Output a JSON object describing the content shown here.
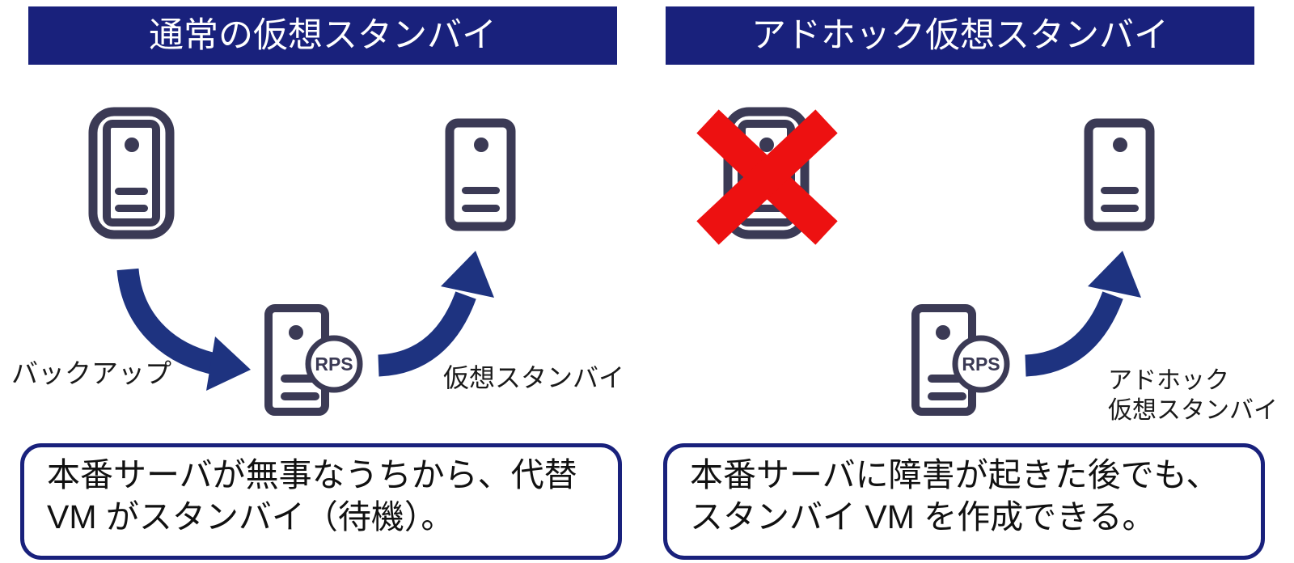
{
  "colors": {
    "header_bg": "#19217C",
    "header_text": "#FFFFFF",
    "arrow_blue": "#1E3380",
    "server_icon_stroke": "#3B3A55",
    "failure_cross_red": "#ED1111",
    "note_box_border": "#19217C",
    "label_text": "#1A1A1A"
  },
  "panels": {
    "normal": {
      "title": "通常の仮想スタンバイ",
      "backup_label": "バックアップ",
      "standby_label": "仮想スタンバイ",
      "rps_badge": "RPS",
      "note_line1": "本番サーバが無事なうちから、代替",
      "note_line2": "VM がスタンバイ（待機）。"
    },
    "adhoc": {
      "title": "アドホック仮想スタンバイ",
      "standby_label_line1": "アドホック",
      "standby_label_line2": "仮想スタンバイ",
      "rps_badge": "RPS",
      "note_line1": "本番サーバに障害が起きた後でも、",
      "note_line2": "スタンバイ VM を作成できる。"
    }
  }
}
